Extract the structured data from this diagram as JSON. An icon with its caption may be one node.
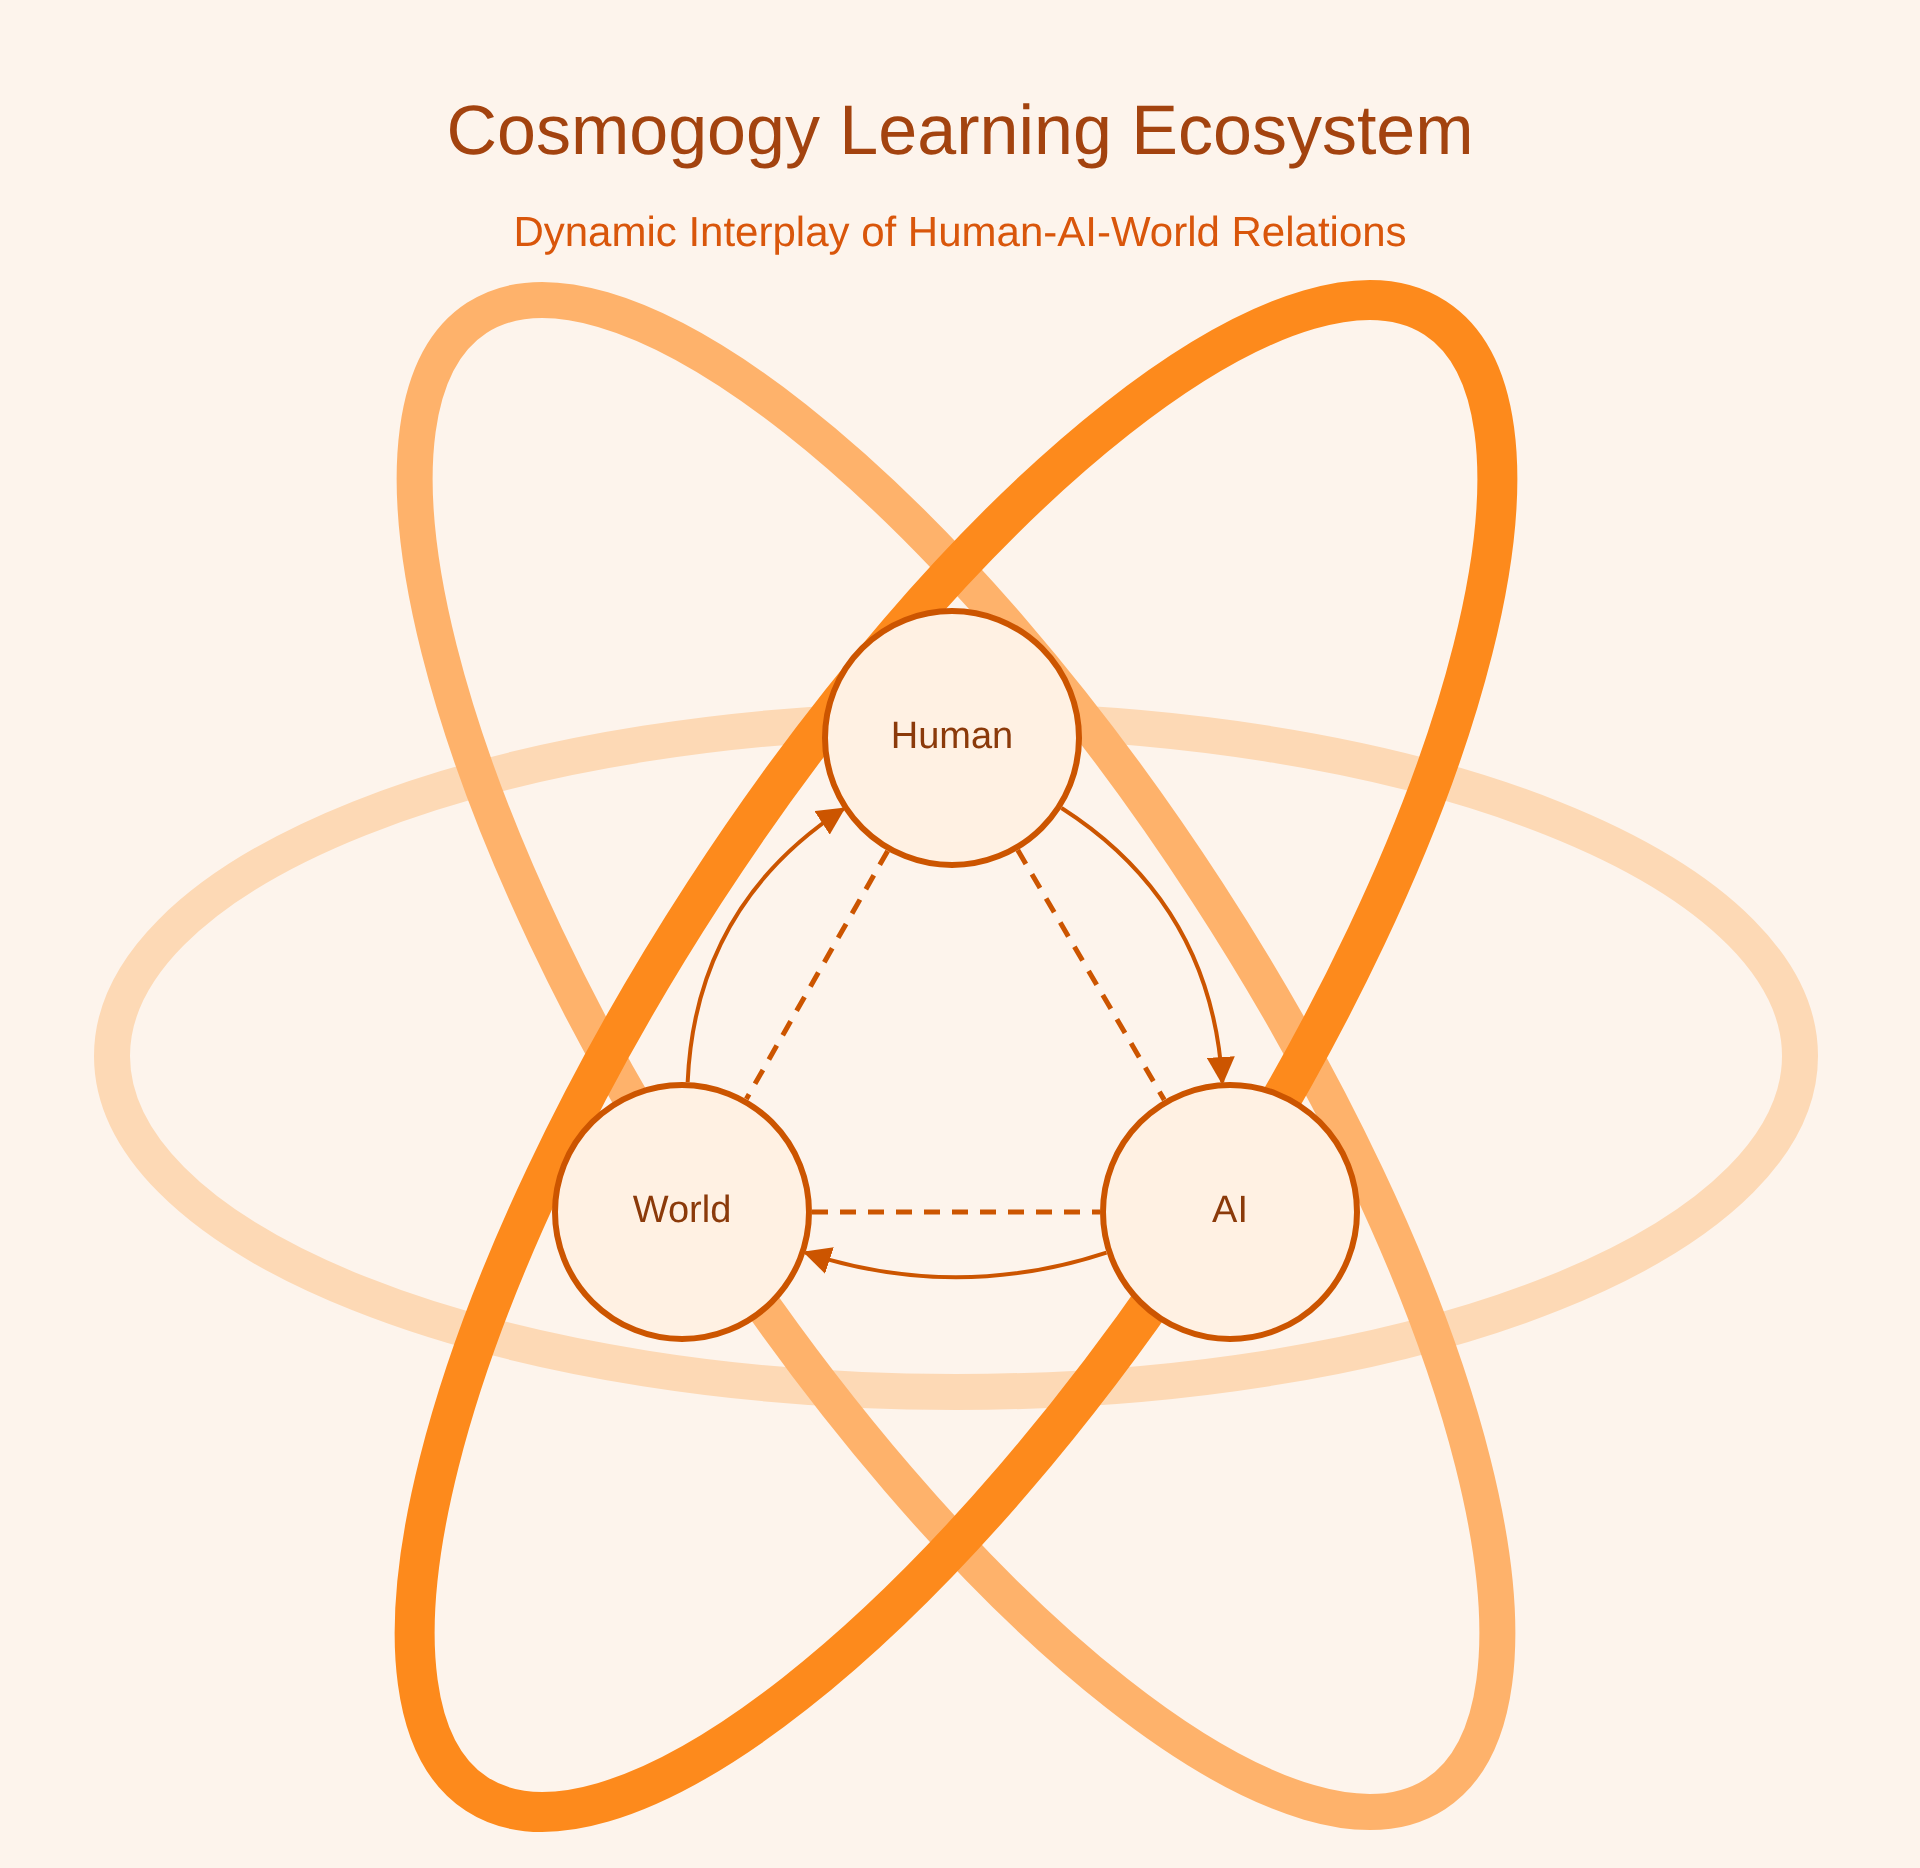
{
  "diagram": {
    "title": "Cosmogogy Learning Ecosystem",
    "nodes": [
      {
        "text": [
          "Human"
        ]
      },
      {
        "text": [
          "World"
        ]
      },
      {
        "text": [
          "AI"
        ]
      }
    ],
    "edges": [
      {
        "from": 1,
        "to": 0,
        "arrow": "to"
      },
      {
        "from": 0,
        "to": 2,
        "arrow": "to"
      },
      {
        "from": 2,
        "to": 1,
        "arrow": "to"
      },
      {
        "from": 0,
        "to": 1,
        "arrow": "none",
        "style": "dashed"
      },
      {
        "from": 0,
        "to": 2,
        "arrow": "none",
        "style": "dashed"
      },
      {
        "from": 1,
        "to": 2,
        "arrow": "none",
        "style": "dashed"
      }
    ],
    "labels": [
      "Dynamic Interplay of Human-AI-World Relations"
    ]
  }
}
